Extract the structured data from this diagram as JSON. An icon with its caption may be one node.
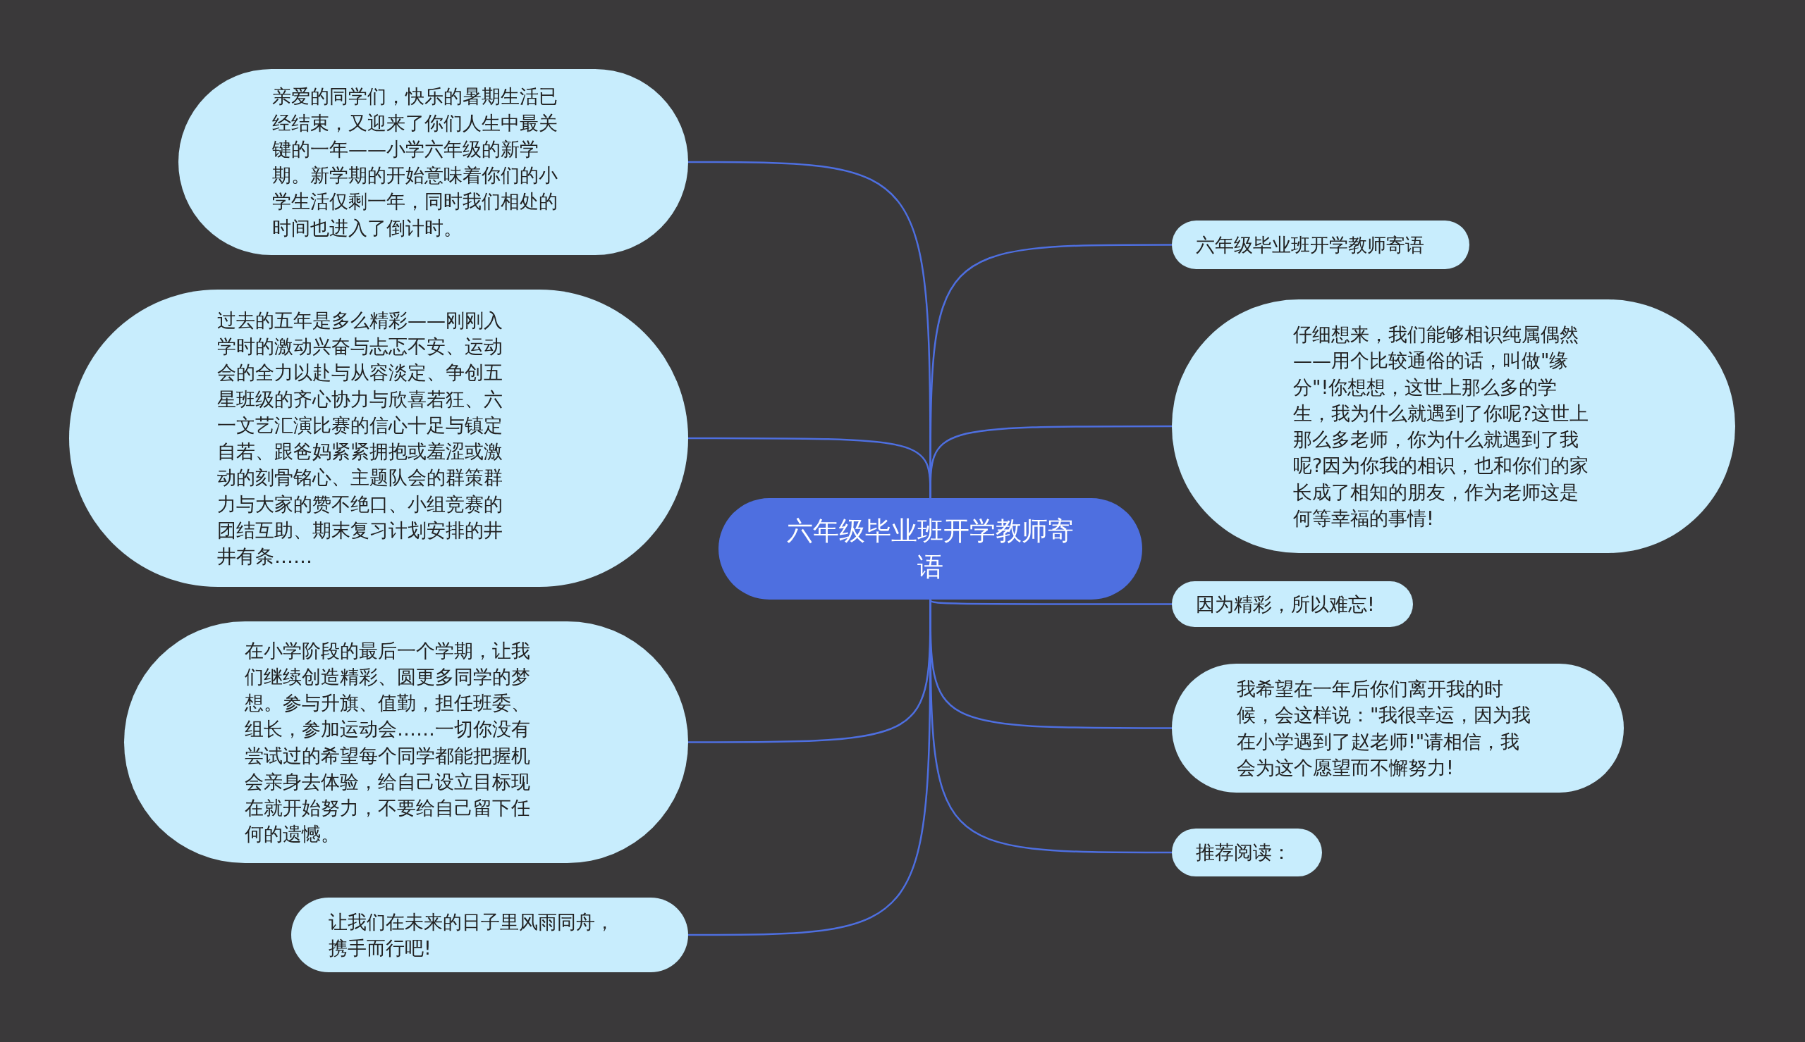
{
  "diagram": {
    "nodes": [
      {
        "text": [
          "六年级毕业班开学教师寄语"
        ]
      },
      {
        "text": [
          "亲爱的同学们，快乐的暑期生活已经结束，又迎来了你们人生中最关键的一年——小学六年级的新学期。新学期的开始意味着你们的小学生活仅剩一年，同时我们相处的时间也进入了倒计时。"
        ]
      },
      {
        "text": [
          "过去的五年是多么精彩——刚刚入学时的激动兴奋与忐忑不安、运动会的全力以赴与从容淡定、争创五星班级的齐心协力与欣喜若狂、六一文艺汇演比赛的信心十足与镇定自若、跟爸妈紧紧拥抱或羞涩或激动的刻骨铭心、主题队会的群策群力与大家的赞不绝口、小组竞赛的团结互助、期末复习计划安排的井井有条……"
        ]
      },
      {
        "text": [
          "在小学阶段的最后一个学期，让我们继续创造精彩、圆更多同学的梦想。参与升旗、值勤，担任班委、组长，参加运动会……一切你没有尝试过的希望每个同学都能把握机会亲身去体验，给自己设立目标现在就开始努力，不要给自己留下任何的遗憾。"
        ]
      },
      {
        "text": [
          "让我们在未来的日子里风雨同舟，携手而行吧!"
        ]
      },
      {
        "text": [
          "六年级毕业班开学教师寄语"
        ]
      },
      {
        "text": [
          "仔细想来，我们能够相识纯属偶然——用个比较通俗的话，叫做\"缘分\"!你想想，这世上那么多的学生，我为什么就遇到了你呢?这世上那么多老师，你为什么就遇到了我呢?因为你我的相识，也和你们的家长成了相知的朋友，作为老师这是何等幸福的事情!"
        ]
      },
      {
        "text": [
          "因为精彩，所以难忘!"
        ]
      },
      {
        "text": [
          "我希望在一年后你们离开我的时候，会这样说：\"我很幸运，因为我在小学遇到了赵老师!\"请相信，我会为这个愿望而不懈努力!"
        ]
      },
      {
        "text": [
          "推荐阅读："
        ]
      }
    ],
    "edges": [
      {
        "from": 0,
        "to": 1,
        "arrow": "none"
      },
      {
        "from": 0,
        "to": 2,
        "arrow": "none"
      },
      {
        "from": 0,
        "to": 3,
        "arrow": "none"
      },
      {
        "from": 0,
        "to": 4,
        "arrow": "none"
      },
      {
        "from": 0,
        "to": 5,
        "arrow": "none"
      },
      {
        "from": 0,
        "to": 6,
        "arrow": "none"
      },
      {
        "from": 0,
        "to": 7,
        "arrow": "none"
      },
      {
        "from": 0,
        "to": 8,
        "arrow": "none"
      },
      {
        "from": 0,
        "to": 9,
        "arrow": "none"
      }
    ]
  }
}
